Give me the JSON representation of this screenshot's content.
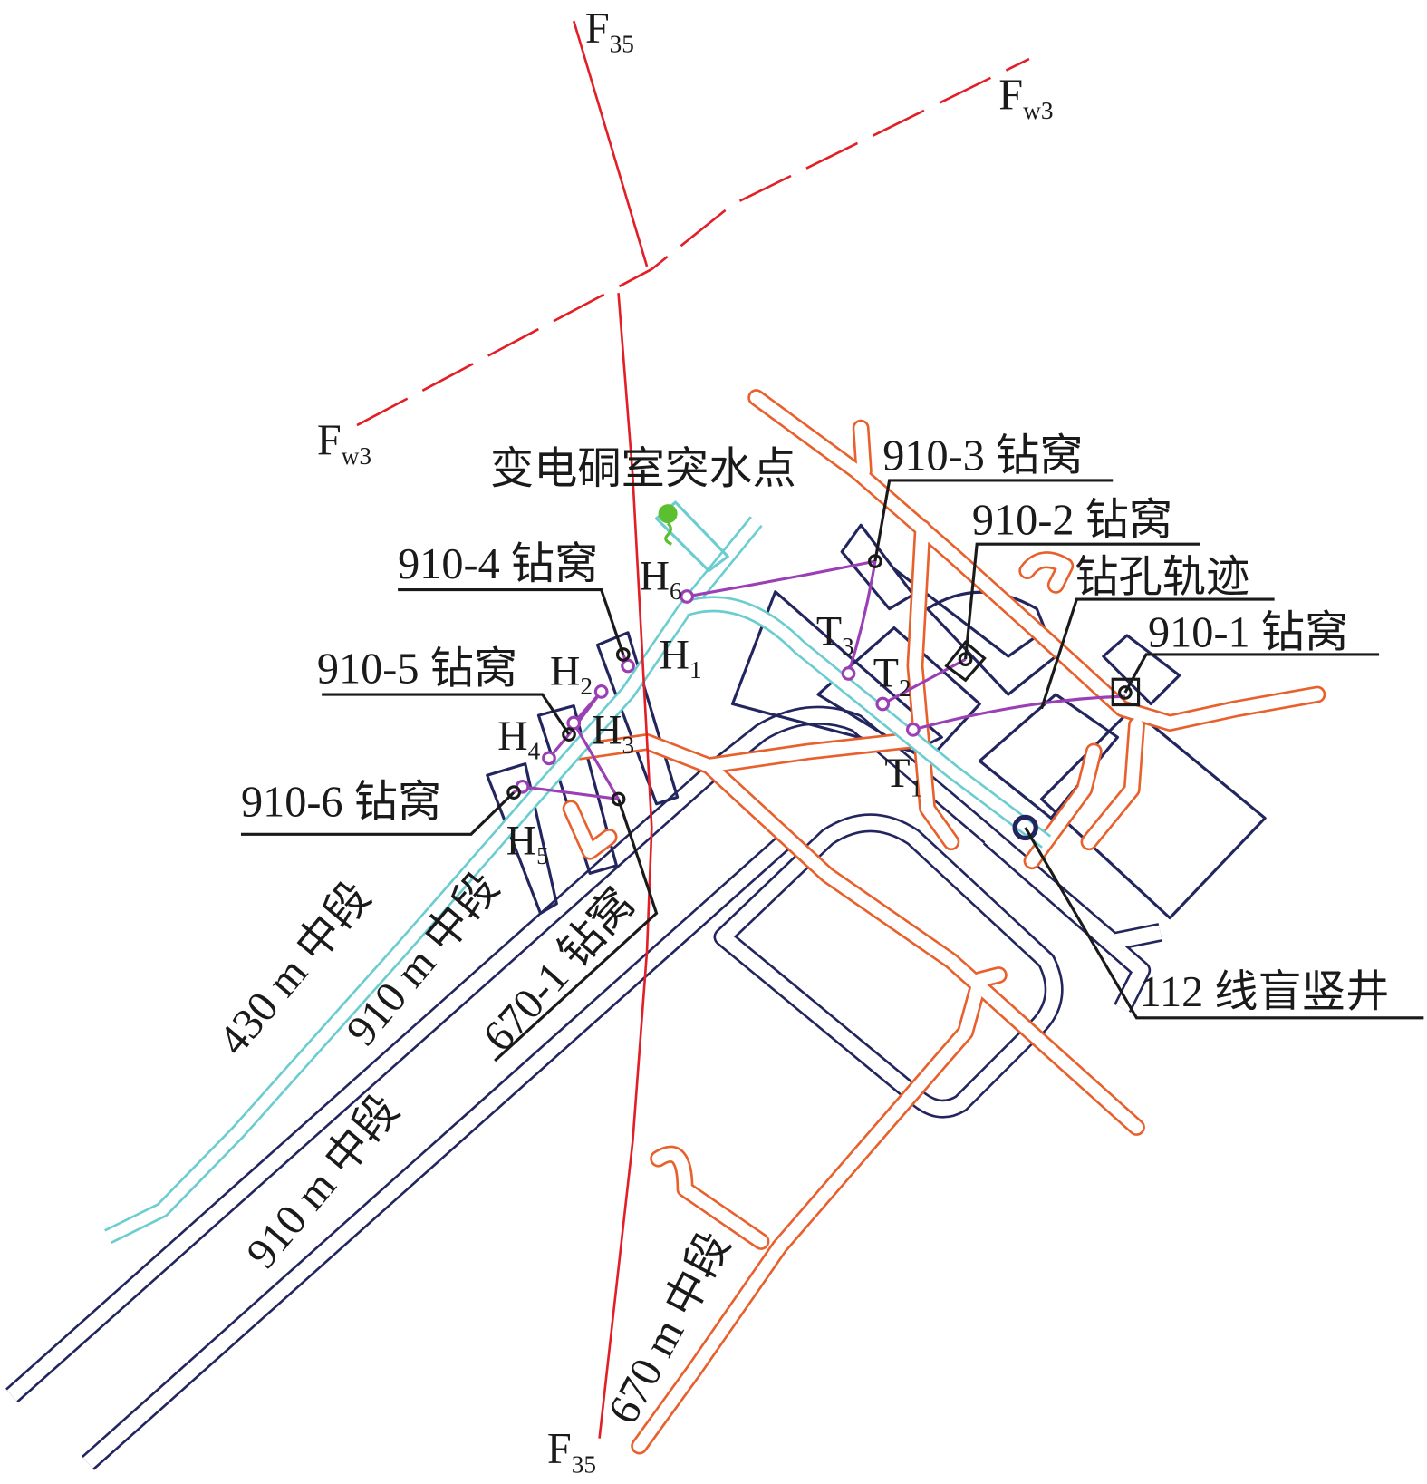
{
  "colors": {
    "tunnel_910": "#23265e",
    "tunnel_670": "#e8602c",
    "tunnel_430": "#6ccdd0",
    "fault": "#e21e26",
    "trajectory": "#9b3fb5",
    "inrush_point": "#5bbf2f"
  },
  "faults": {
    "f35_top": {
      "main": "F",
      "sub": "35"
    },
    "f35_bottom": {
      "main": "F",
      "sub": "35"
    },
    "fw3_right": {
      "main": "F",
      "sub": "w3"
    },
    "fw3_left": {
      "main": "F",
      "sub": "w3"
    }
  },
  "labels": {
    "inrush_point": "变电硐室突水点",
    "chamber_910_3": "910-3 钻窝",
    "chamber_910_2": "910-2 钻窝",
    "trajectory": "钻孔轨迹",
    "chamber_910_1": "910-1 钻窝",
    "chamber_910_4": "910-4 钻窝",
    "chamber_910_5": "910-5 钻窝",
    "chamber_910_6": "910-6 钻窝",
    "chamber_670_1": "670-1 钻窝",
    "shaft_112": "112 线盲竖井",
    "level_430": "430 m 中段",
    "level_910_upper": "910 m 中段",
    "level_910_lower": "910 m 中段",
    "level_670": "670 m 中段"
  },
  "holes": {
    "H1": {
      "main": "H",
      "sub": "1"
    },
    "H2": {
      "main": "H",
      "sub": "2"
    },
    "H3": {
      "main": "H",
      "sub": "3"
    },
    "H4": {
      "main": "H",
      "sub": "4"
    },
    "H5": {
      "main": "H",
      "sub": "5"
    },
    "H6": {
      "main": "H",
      "sub": "6"
    },
    "T1": {
      "main": "T",
      "sub": "1"
    },
    "T2": {
      "main": "T",
      "sub": "2"
    },
    "T3": {
      "main": "T",
      "sub": "3"
    }
  }
}
